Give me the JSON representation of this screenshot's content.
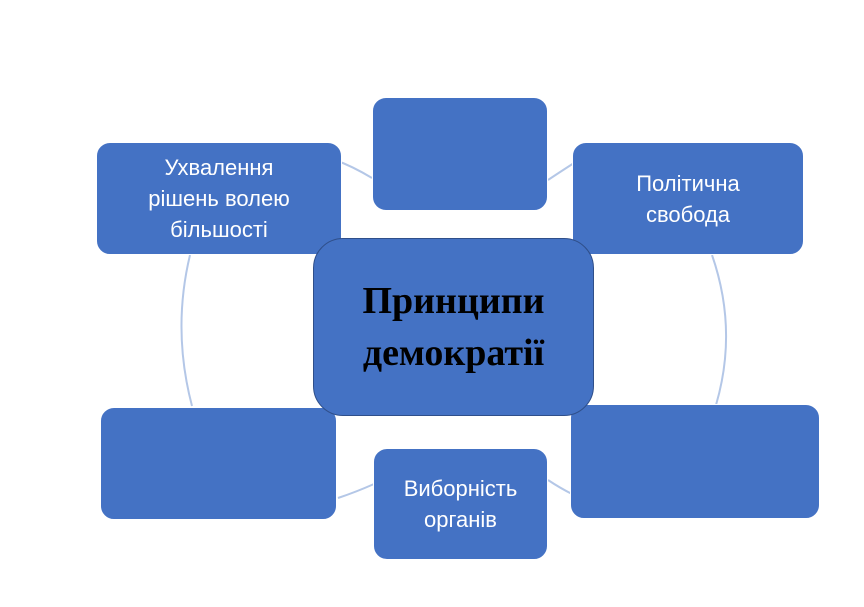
{
  "diagram": {
    "center": {
      "label": "Принципи\nдемократії"
    },
    "nodes": [
      {
        "label": ""
      },
      {
        "label": "Політична\nсвобода"
      },
      {
        "label": ""
      },
      {
        "label": "Виборність\nорганів"
      },
      {
        "label": ""
      },
      {
        "label": "Ухвалення\nрішень волею\nбільшості"
      }
    ],
    "colors": {
      "node_fill": "#4472c4",
      "connector": "#b4c7e7",
      "center_text": "#000000",
      "node_text": "#ffffff"
    }
  }
}
